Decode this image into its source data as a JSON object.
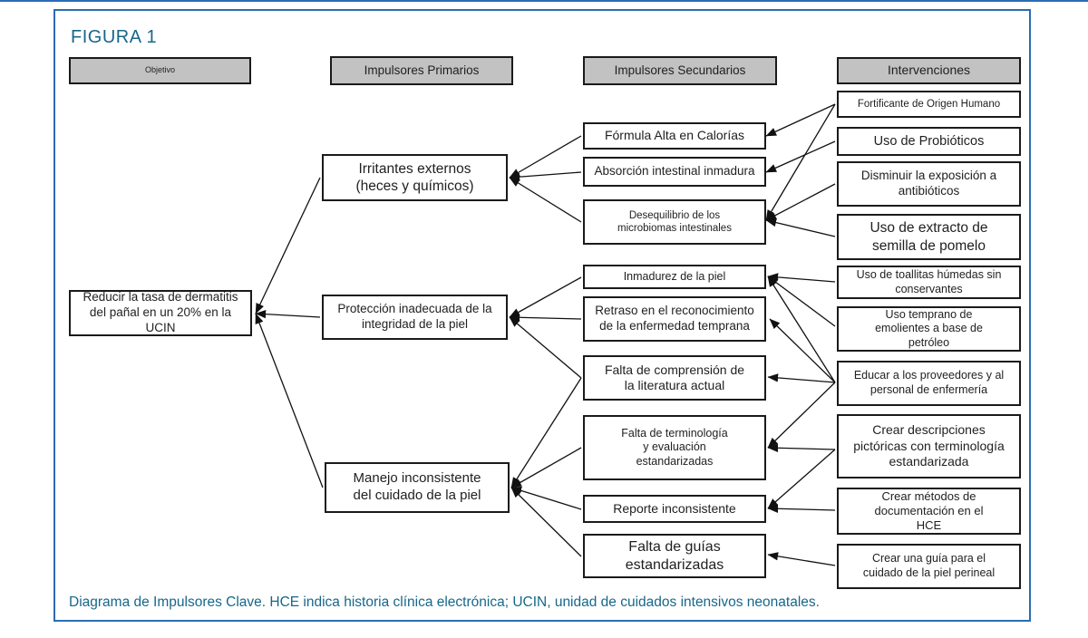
{
  "theme": {
    "frame_border": "#2b6cb3",
    "title_color": "#17678a",
    "caption_color": "#17678a",
    "header_fill": "#c2c2c2",
    "box_border": "#1a1a1a",
    "text_color": "#1f1f1f",
    "line_color": "#111111"
  },
  "figure_label": "FIGURA 1",
  "caption": "Diagrama de Impulsores Clave. HCE indica historia clínica electrónica; UCIN, unidad de cuidados intensivos neonatales.",
  "headers": {
    "objective": "Objetivo",
    "primary": "Impulsores Primarios",
    "secondary": "Impulsores Secundarios",
    "interventions": "Intervenciones"
  },
  "objective": "Reducir la tasa de dermatitis del pañal en un 20% en la UCIN",
  "primary_drivers": {
    "p1": "Irritantes externos (heces y químicos)",
    "p2": "Protección inadecuada de la integridad de la piel",
    "p3": "Manejo inconsistente del cuidado de la piel"
  },
  "secondary_drivers": {
    "s1": "Fórmula Alta en Calorías",
    "s2": "Absorción intestinal inmadura",
    "s3": "Desequilibrio de los microbiomas intestinales",
    "s4": "Inmadurez de la piel",
    "s5": "Retraso en el reconocimiento de la enfermedad temprana",
    "s6": "Falta de comprensión de la literatura actual",
    "s7": "Falta de terminología y evaluación estandarizadas",
    "s8": "Reporte inconsistente",
    "s9": "Falta de guías estandarizadas"
  },
  "interventions": {
    "i1": "Fortificante de Origen Humano",
    "i2": "Uso de Probióticos",
    "i3": "Disminuir la exposición a antibióticos",
    "i4": "Uso de extracto de semilla de pomelo",
    "i5": "Uso de toallitas húmedas sin conservantes",
    "i6": "Uso temprano de emolientes a base de petróleo",
    "i7": "Educar a los proveedores y al personal de enfermería",
    "i8": "Crear descripciones pictóricas con terminología estandarizada",
    "i9": "Crear métodos de documentación en el HCE",
    "i10": "Crear una guía para el cuidado de la piel perineal"
  },
  "edges": [
    [
      "p1",
      "goal"
    ],
    [
      "p2",
      "goal"
    ],
    [
      "p3",
      "goal"
    ],
    [
      "s1",
      "p1"
    ],
    [
      "s2",
      "p1"
    ],
    [
      "s3",
      "p1"
    ],
    [
      "s4",
      "p2"
    ],
    [
      "s5",
      "p2"
    ],
    [
      "s6",
      "p2"
    ],
    [
      "s6",
      "p3"
    ],
    [
      "s7",
      "p3"
    ],
    [
      "s8",
      "p3"
    ],
    [
      "s9",
      "p3"
    ],
    [
      "i1",
      "s1"
    ],
    [
      "i1",
      "s3"
    ],
    [
      "i2",
      "s2"
    ],
    [
      "i3",
      "s3"
    ],
    [
      "i4",
      "s3"
    ],
    [
      "i5",
      "s4"
    ],
    [
      "i6",
      "s4"
    ],
    [
      "i7",
      "s4"
    ],
    [
      "i7",
      "s5"
    ],
    [
      "i7",
      "s6"
    ],
    [
      "i7",
      "s7"
    ],
    [
      "i8",
      "s7"
    ],
    [
      "i8",
      "s8"
    ],
    [
      "i9",
      "s8"
    ],
    [
      "i10",
      "s9"
    ]
  ]
}
